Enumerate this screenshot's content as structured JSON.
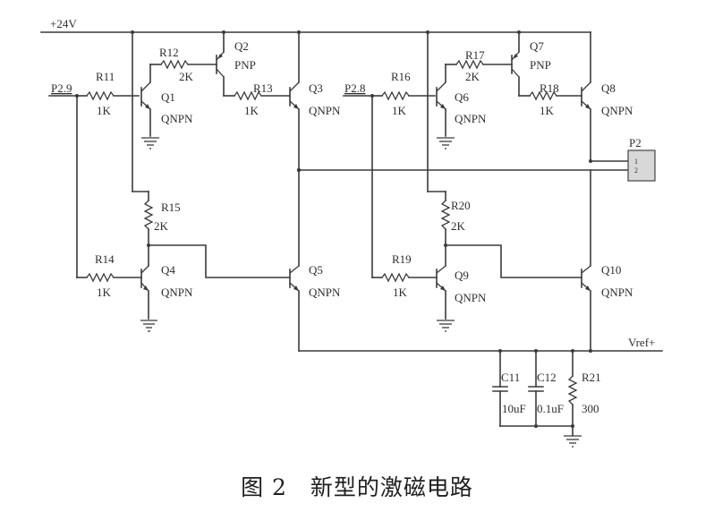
{
  "figure": {
    "caption_number": "图 2",
    "caption_title": "新型的激磁电路",
    "type": "circuit-schematic"
  },
  "nets": {
    "supply": "+24V",
    "input_a": "P2.9",
    "input_b": "P2.8",
    "reference": "Vref+"
  },
  "components": {
    "R11": {
      "ref": "R11",
      "value": "1K"
    },
    "R12": {
      "ref": "R12",
      "value": "2K"
    },
    "R13": {
      "ref": "R13",
      "value": "1K"
    },
    "R14": {
      "ref": "R14",
      "value": "1K"
    },
    "R15": {
      "ref": "R15",
      "value": "2K"
    },
    "R16": {
      "ref": "R16",
      "value": "1K"
    },
    "R17": {
      "ref": "R17",
      "value": "2K"
    },
    "R18": {
      "ref": "R18",
      "value": "1K"
    },
    "R19": {
      "ref": "R19",
      "value": "1K"
    },
    "R20": {
      "ref": "R20",
      "value": "2K"
    },
    "R21": {
      "ref": "R21",
      "value": "300"
    },
    "C11": {
      "ref": "C11",
      "value": "10uF"
    },
    "C12": {
      "ref": "C12",
      "value": "0.1uF"
    },
    "Q1": {
      "ref": "Q1",
      "type": "QNPN"
    },
    "Q2": {
      "ref": "Q2",
      "type": "PNP"
    },
    "Q3": {
      "ref": "Q3",
      "type": "QNPN"
    },
    "Q4": {
      "ref": "Q4",
      "type": "QNPN"
    },
    "Q5": {
      "ref": "Q5",
      "type": "QNPN"
    },
    "Q6": {
      "ref": "Q6",
      "type": "QNPN"
    },
    "Q7": {
      "ref": "Q7",
      "type": "PNP"
    },
    "Q8": {
      "ref": "Q8",
      "type": "QNPN"
    },
    "Q9": {
      "ref": "Q9",
      "type": "QNPN"
    },
    "Q10": {
      "ref": "Q10",
      "type": "QNPN"
    },
    "P2": {
      "ref": "P2",
      "pin1": "1",
      "pin2": "2"
    }
  }
}
